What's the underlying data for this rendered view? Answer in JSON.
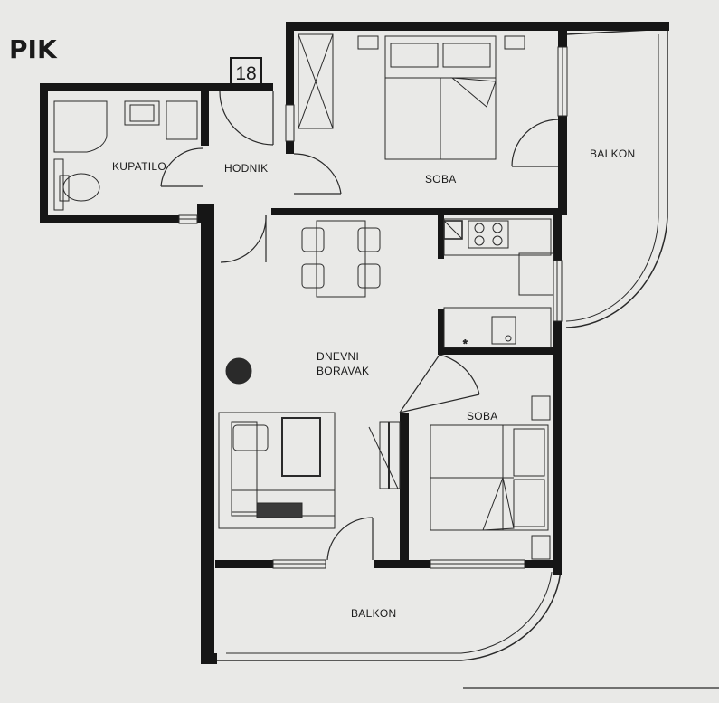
{
  "logo": {
    "text": "PIK"
  },
  "unit": {
    "number": "18"
  },
  "rooms": {
    "bathroom": "KUPATILO",
    "hallway": "HODNIK",
    "bedroom_top": "SOBA",
    "balcony_right": "BALKON",
    "living_room_line1": "DNEVNI",
    "living_room_line2": "BORAVAK",
    "bedroom_bottom": "SOBA",
    "balcony_bottom": "BALKON"
  },
  "colors": {
    "paper": "#e9e9e7",
    "wall": "#161616",
    "line": "#2a2a2a"
  }
}
